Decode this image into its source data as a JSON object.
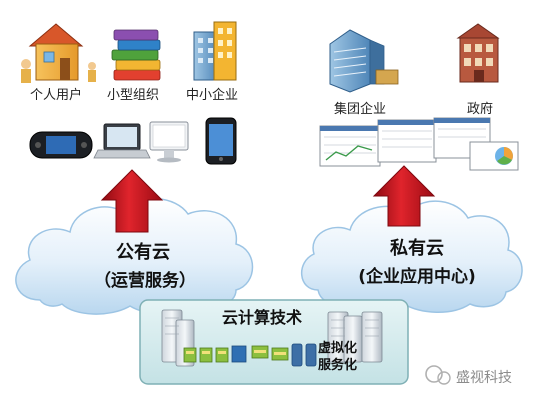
{
  "public_side": {
    "users": [
      "个人用户",
      "小型组织",
      "中小企业"
    ],
    "devices": [
      "handheld-console-icon",
      "laptop-icon",
      "desktop-monitor-icon",
      "smartphone-icon"
    ]
  },
  "private_side": {
    "users": [
      "集团企业",
      "政府"
    ],
    "devices": [
      "dashboard-screens-icon"
    ]
  },
  "public_cloud": {
    "line1": "公有云",
    "line2": "（运营服务）"
  },
  "private_cloud": {
    "line1": "私有云",
    "line2": "(企业应用中心)"
  },
  "cloud_tech": {
    "title": "云计算技术",
    "virtualization": [
      "虚拟化",
      "服务化"
    ]
  },
  "watermark": {
    "text": "盛视科技"
  },
  "colors": {
    "arrow_red": "#c8101b",
    "cloud_fill": "#dcebf7",
    "cloud_edge": "#9cc4e4",
    "tech_box": "#d7ecef",
    "tech_border": "#7fb0b5"
  }
}
